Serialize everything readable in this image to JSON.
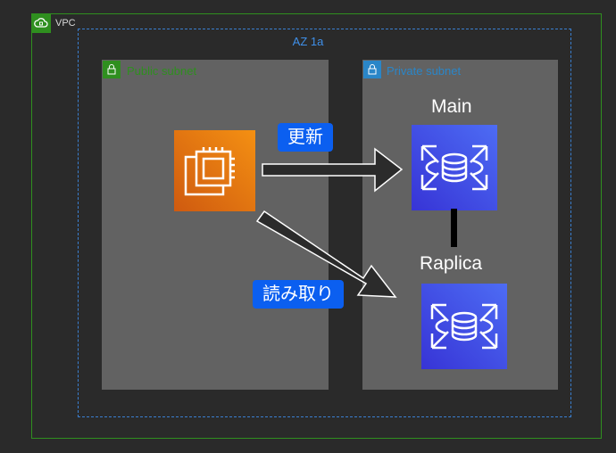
{
  "vpc": {
    "label": "VPC",
    "icon": "vpc-cloud-icon",
    "color": "#2f8f1f"
  },
  "az": {
    "label": "AZ 1a",
    "color": "#3a7fd0"
  },
  "public_subnet": {
    "label": "Public subnet",
    "icon": "subnet-lock-icon",
    "color": "#2f8f1f"
  },
  "private_subnet": {
    "label": "Private subnet",
    "icon": "subnet-lock-icon",
    "color": "#2a86c8"
  },
  "ec2": {
    "icon": "ec2-instance-icon",
    "color": "#f08a15"
  },
  "rds_main": {
    "label": "Main",
    "icon": "rds-database-icon"
  },
  "rds_replica": {
    "label": "Raplica",
    "icon": "rds-database-icon"
  },
  "edges": {
    "update_label": "更新",
    "read_label": "読み取り"
  }
}
